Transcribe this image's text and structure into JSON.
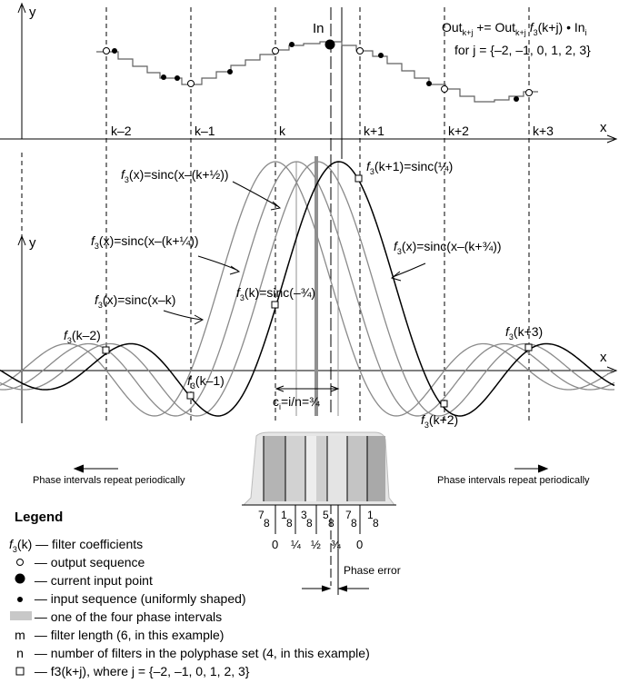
{
  "labels": {
    "y_top": "y",
    "x_top": "x",
    "y_mid": "y",
    "x_mid": "x",
    "in_label": "In",
    "ticks": [
      "k–2",
      "k–1",
      "k",
      "k+1",
      "k+2",
      "k+3"
    ],
    "formula_main": "Out",
    "formula_sub1": "k+j",
    "formula_mid": " += Out",
    "formula_sub2": "k+j",
    "formula_f": " f",
    "formula_f_sub": "3",
    "formula_tail": "(k+j) • In",
    "formula_tail_sub": "i",
    "formula_j": "for j = {–2, –1, 0, 1, 2, 3}",
    "curve_k": "(x)=sinc(x–k)",
    "curve_q1": "(x)=sinc(x–(k+¼))",
    "curve_q2": "(x)=sinc(x–(k+½))",
    "curve_q3": "(x)=sinc(x–(k+¾))",
    "pt_km2": "(k–2)",
    "pt_km1": "(k–1)",
    "pt_k": "(k)=sinc(–¾)",
    "pt_kp1": "(k+1)=sinc(¼)",
    "pt_kp2": "(k+2)",
    "pt_kp3": "(k+3)",
    "f_letter": "f",
    "f_sub": "3",
    "ci_text": "c",
    "ci_sub": "i",
    "ci_rest": "=i/n=¾",
    "phase_left": "Phase intervals repeat periodically",
    "phase_right": "Phase intervals repeat periodically",
    "phase_error": "Phase error",
    "frac_num": [
      "7",
      "1",
      "3",
      "5",
      "7",
      "1"
    ],
    "frac_den": [
      "8",
      "8",
      "8",
      "8",
      "8",
      "8"
    ],
    "phase_vals": [
      "0",
      "¼",
      "½",
      "¾",
      "0"
    ]
  },
  "legend": {
    "title": "Legend",
    "items": [
      {
        "sym": "f3(k)",
        "text": "— filter coefficients"
      },
      {
        "sym": "○",
        "text": "— output sequence"
      },
      {
        "sym": "●",
        "text": "— current input point"
      },
      {
        "sym": "•",
        "text": "— input sequence (uniformly shaped)"
      },
      {
        "sym": "■",
        "text": "— one of the four phase intervals"
      },
      {
        "sym": "m",
        "text": "— filter length (6, in this example)"
      },
      {
        "sym": "n",
        "text": "— number of filters in the polyphase set (4, in this example)"
      },
      {
        "sym": "□",
        "text": "— f3(k+j), where j = {–2, –1, 0, 1, 2, 3}"
      }
    ]
  },
  "colors": {
    "black": "#000000",
    "gray": "#808080",
    "light_gray": "#c8c8c8",
    "dark_gray": "#a0a0a0"
  }
}
